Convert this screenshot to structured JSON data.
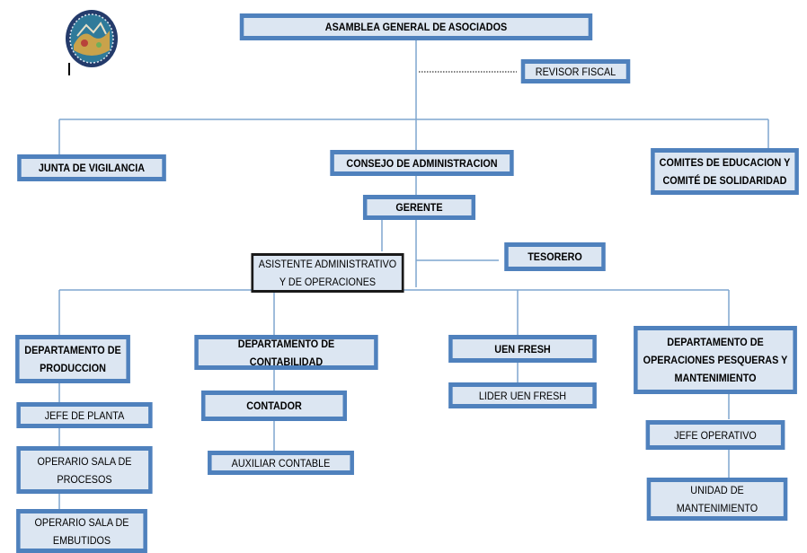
{
  "colors": {
    "box_fill": "#dce6f2",
    "box_border": "#4f81bd",
    "line": "#7fa6cf",
    "dark_border": "#1a1a1a"
  },
  "logo": {
    "icon": "organization-seal-icon"
  },
  "boxes": {
    "asamblea": "ASAMBLEA GENERAL DE ASOCIADOS",
    "revisor": "REVISOR FISCAL",
    "junta": "JUNTA DE VIGILANCIA",
    "consejo": "CONSEJO DE ADMINISTRACION",
    "comites": "COMITES DE EDUCACION Y\nCOMITÉ DE SOLIDARIDAD",
    "gerente": "GERENTE",
    "tesorero": "TESORERO",
    "asistente": "ASISTENTE ADMINISTRATIVO\nY DE OPERACIONES",
    "dep_produccion": "DEPARTAMENTO DE\nPRODUCCION",
    "dep_contabilidad": "DEPARTAMENTO DE CONTABILIDAD",
    "uen_fresh": "UEN FRESH",
    "dep_pesqueras": "DEPARTAMENTO  DE\nOPERACIONES PESQUERAS Y\nMANTENIMIENTO",
    "jefe_planta": "JEFE DE PLANTA",
    "op_procesos": "OPERARIO SALA DE\nPROCESOS",
    "op_embutidos": "OPERARIO SALA DE\nEMBUTIDOS",
    "contador": "CONTADOR",
    "auxiliar": "AUXILIAR CONTABLE",
    "lider_uen": "LIDER  UEN FRESH",
    "jefe_operativo": "JEFE  OPERATIVO",
    "unidad_mant": "UNIDAD DE\nMANTENIMIENTO"
  }
}
